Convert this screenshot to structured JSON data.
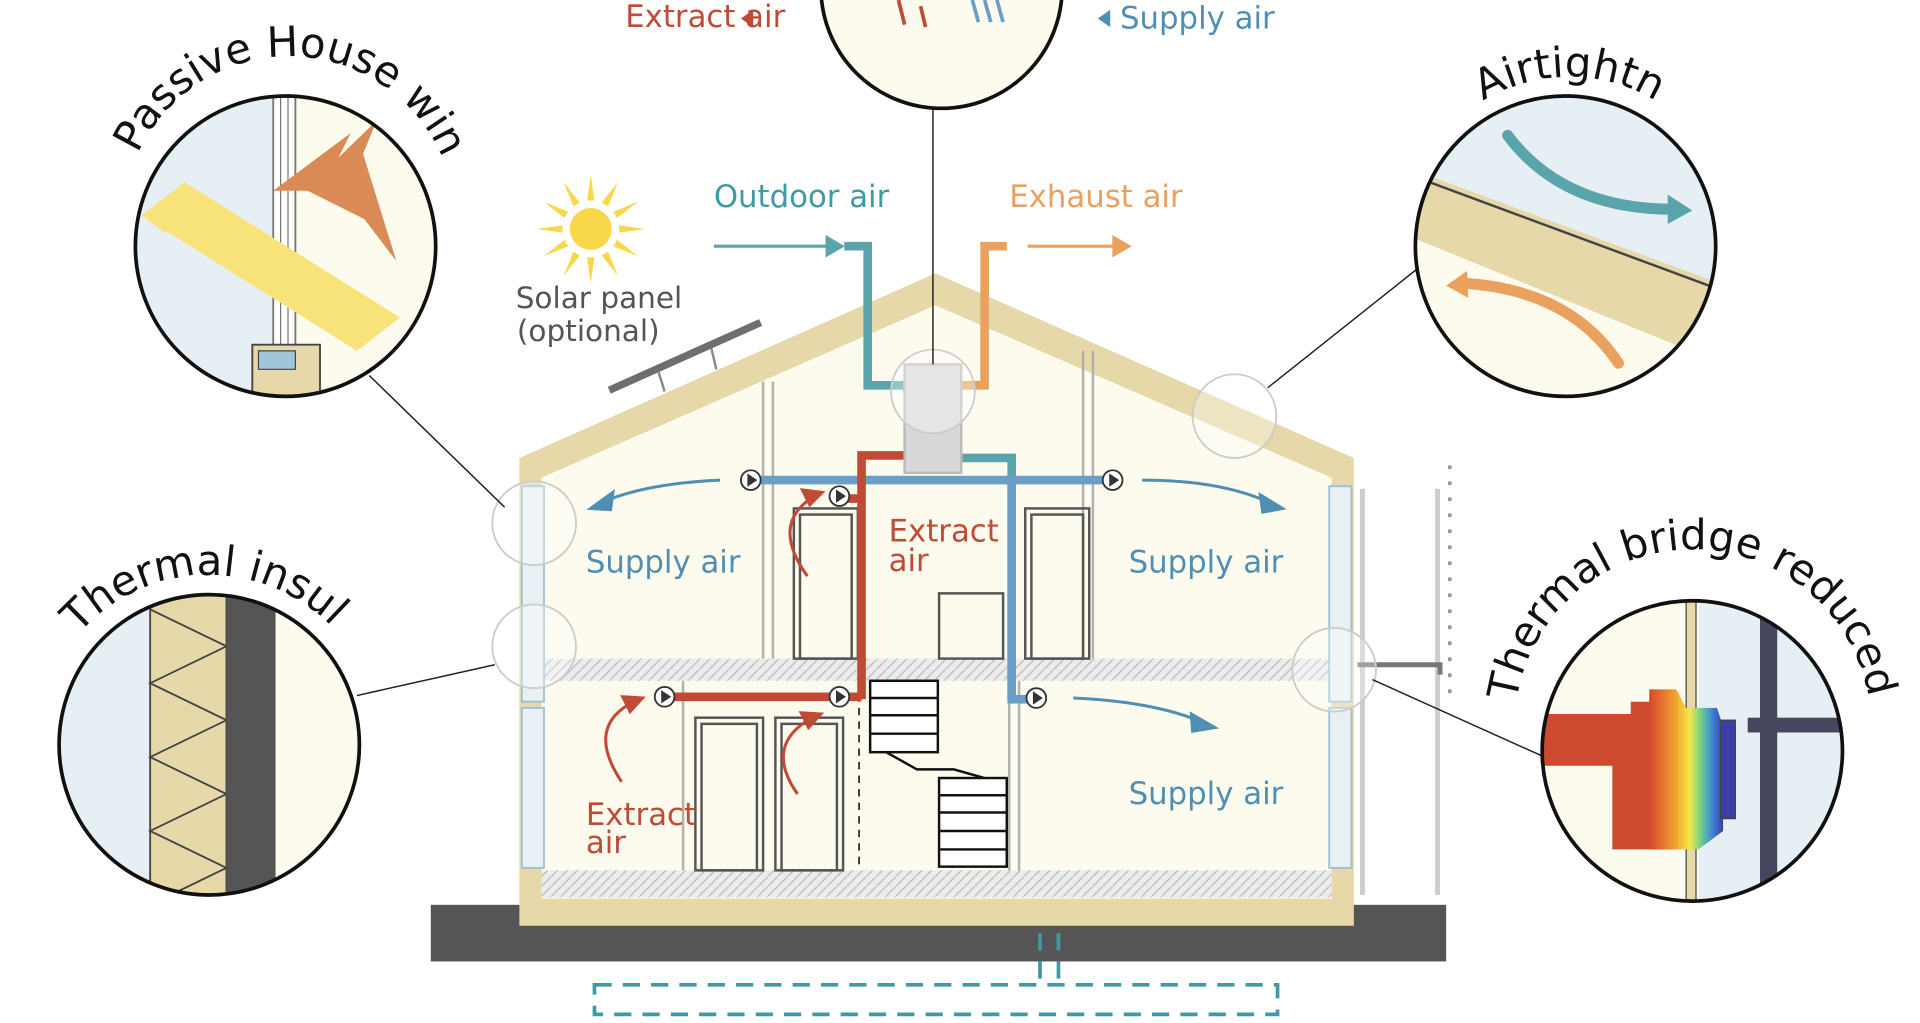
{
  "labels": {
    "top_extract_air": "Extract air",
    "top_supply_air": "Supply air",
    "outdoor_air": "Outdoor air",
    "exhaust_air": "Exhaust air",
    "solar_panel_line1": "Solar panel",
    "solar_panel_line2": "(optional)",
    "upper_left_supply": "Supply air",
    "upper_extract_line1": "Extract",
    "upper_extract_line2": "air",
    "upper_right_supply": "Supply air",
    "lower_extract_line1": "Extract",
    "lower_extract_line2": "air",
    "lower_right_supply": "Supply air"
  },
  "callouts": {
    "passive_windows": "Passive House windows",
    "airtightness": "Airtightness",
    "thermal_insulation": "Thermal insulation",
    "thermal_bridge": "Thermal bridge reduced design"
  },
  "colors": {
    "extract_red": "#bf4b37",
    "supply_blue": "#4f8fb3",
    "outdoor_teal": "#3f9aa3",
    "exhaust_orange": "#eba15e",
    "wall_tan": "#e6d8a8",
    "interior_cream": "#fdfbee",
    "ground_grey": "#555555",
    "sun_yellow": "#f8d74a"
  },
  "icons": {
    "sun": "sun-icon",
    "fan": "fan-icon",
    "arrow": "arrow-icon"
  }
}
